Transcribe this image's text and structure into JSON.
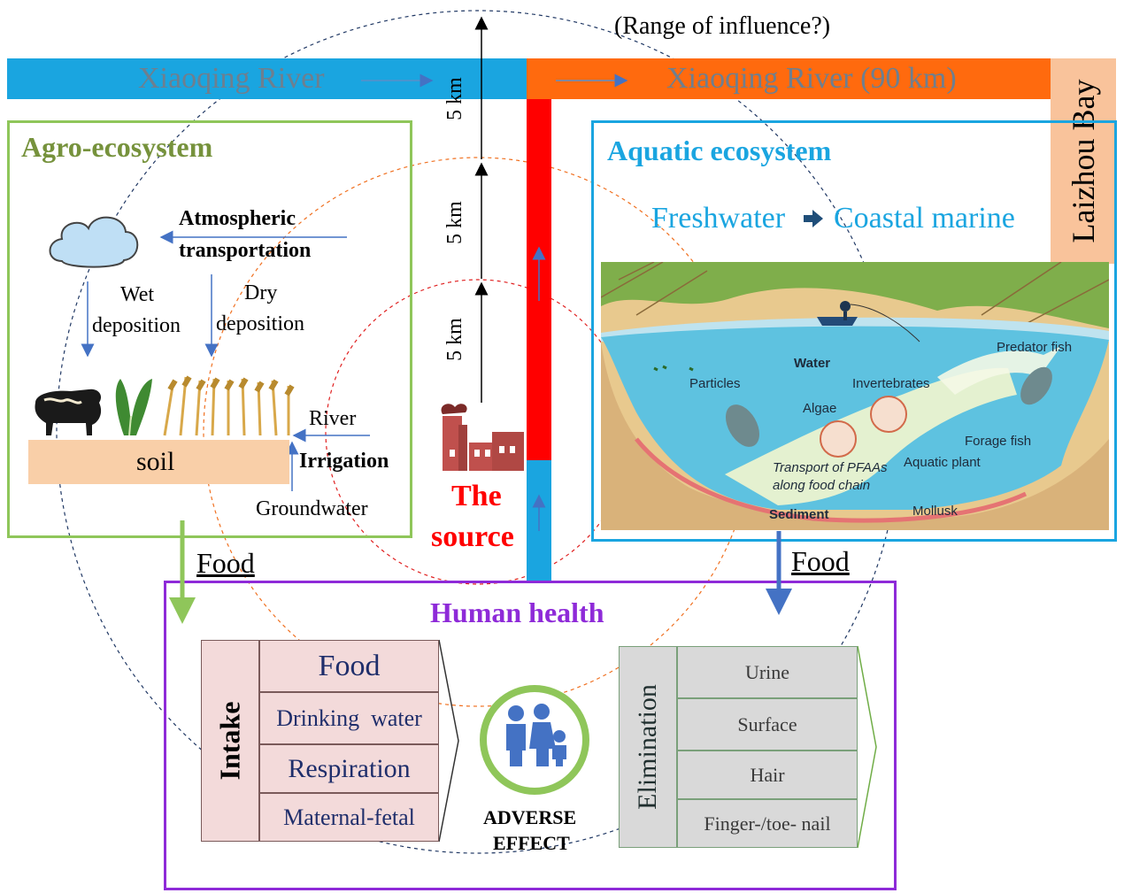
{
  "top_note": "(Range of influence?)",
  "river": {
    "left_label": "Xiaoqing River",
    "right_label": "Xiaoqing River (90 km)",
    "bay_label": "Laizhou Bay"
  },
  "distances": [
    "5 km",
    "5 km",
    "5 km"
  ],
  "source": {
    "line1": "The",
    "line2": "source"
  },
  "agro": {
    "title": "Agro-ecosystem",
    "atmospheric_line1": "Atmospheric",
    "atmospheric_line2": "transportation",
    "wet_line1": "Wet",
    "wet_line2": "deposition",
    "dry_line1": "Dry",
    "dry_line2": "deposition",
    "soil": "soil",
    "river": "River",
    "irrigation": "Irrigation",
    "groundwater": "Groundwater"
  },
  "aquatic": {
    "title": "Aquatic ecosystem",
    "freshwater": "Freshwater",
    "coastal": "Coastal marine",
    "scene_labels": {
      "water": "Water",
      "particles": "Particles",
      "invertebrates": "Invertebrates",
      "algae": "Algae",
      "predator": "Predator fish",
      "forage": "Forage fish",
      "transport_line1": "Transport of PFAAs",
      "transport_line2": "along food chain",
      "aquatic_plant": "Aquatic plant",
      "sediment": "Sediment",
      "mollusk": "Mollusk"
    }
  },
  "food_left": "Food",
  "food_right": "Food",
  "human": {
    "title": "Human health",
    "intake_header": "Intake",
    "intake_items": [
      "Food",
      "Drinking  water",
      "Respiration",
      "Maternal-fetal"
    ],
    "adverse_line1": "ADVERSE",
    "adverse_line2": "EFFECT",
    "elimination_header": "Elimination",
    "elimination_items": [
      "Urine",
      "Surface",
      "Hair",
      "Finger-/toe- nail"
    ]
  },
  "colors": {
    "river_blue": "#1aa5e0",
    "river_orange": "#ff6a0e",
    "source_red": "#ff0000",
    "agro_green": "#8fc65a",
    "human_purple": "#8e2ad8",
    "agro_title": "#76923c",
    "aquatic_title": "#1aa5e0"
  }
}
